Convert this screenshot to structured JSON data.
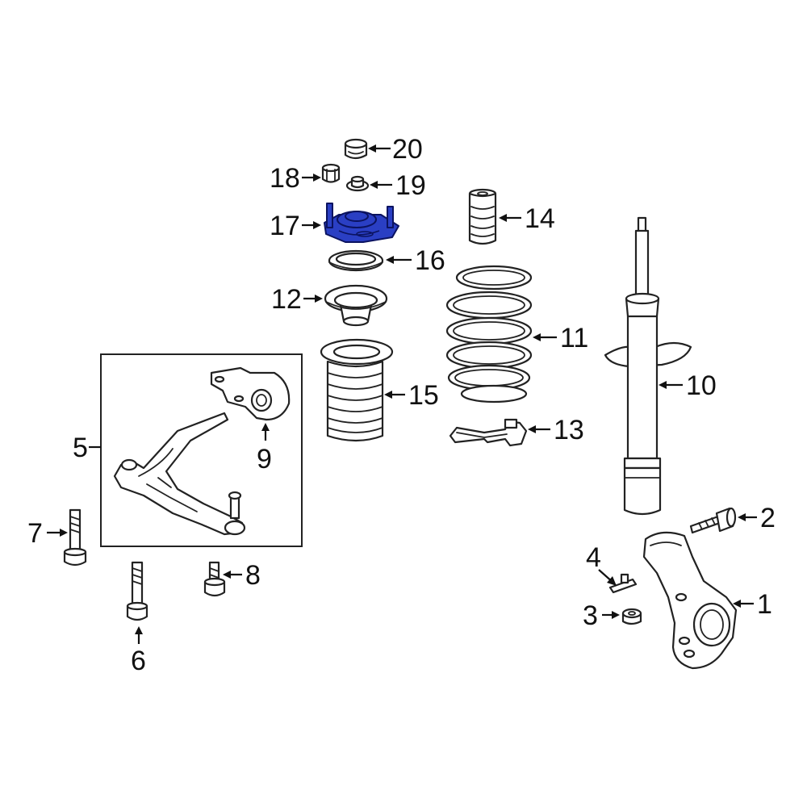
{
  "diagram": {
    "highlight_color": "#2a3fc4",
    "line_color": "#222222",
    "highlighted_part": "17",
    "callouts": {
      "p1": "1",
      "p2": "2",
      "p3": "3",
      "p4": "4",
      "p5": "5",
      "p6": "6",
      "p7": "7",
      "p8": "8",
      "p9": "9",
      "p10": "10",
      "p11": "11",
      "p12": "12",
      "p13": "13",
      "p14": "14",
      "p15": "15",
      "p16": "16",
      "p17": "17",
      "p18": "18",
      "p19": "19",
      "p20": "20"
    }
  }
}
